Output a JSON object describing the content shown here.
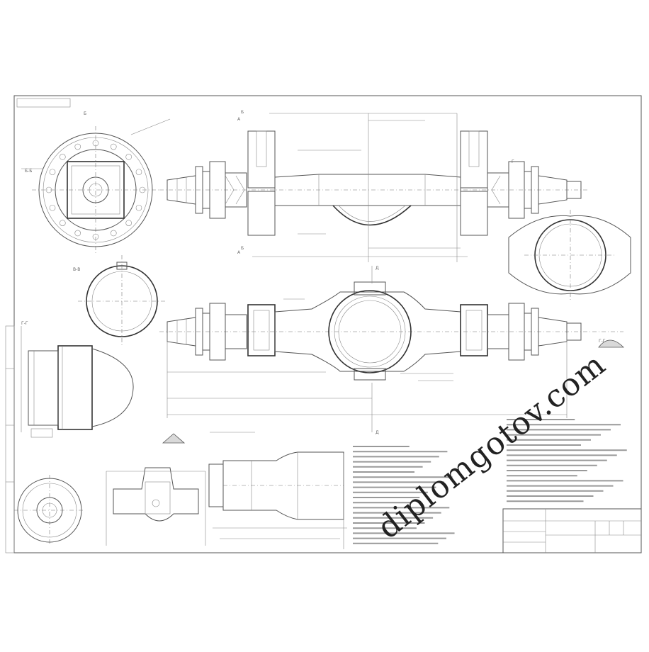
{
  "watermark": "diplomgotov.com",
  "title_block": {
    "document_code": "",
    "drawing_name": "",
    "sheet": ""
  },
  "notes_heading": "",
  "section_labels": {
    "a": "А",
    "b": "Б",
    "v": "В",
    "d": "Д"
  },
  "colors": {
    "paper": "#ffffff",
    "line": "#555555",
    "watermark": "#222222"
  }
}
